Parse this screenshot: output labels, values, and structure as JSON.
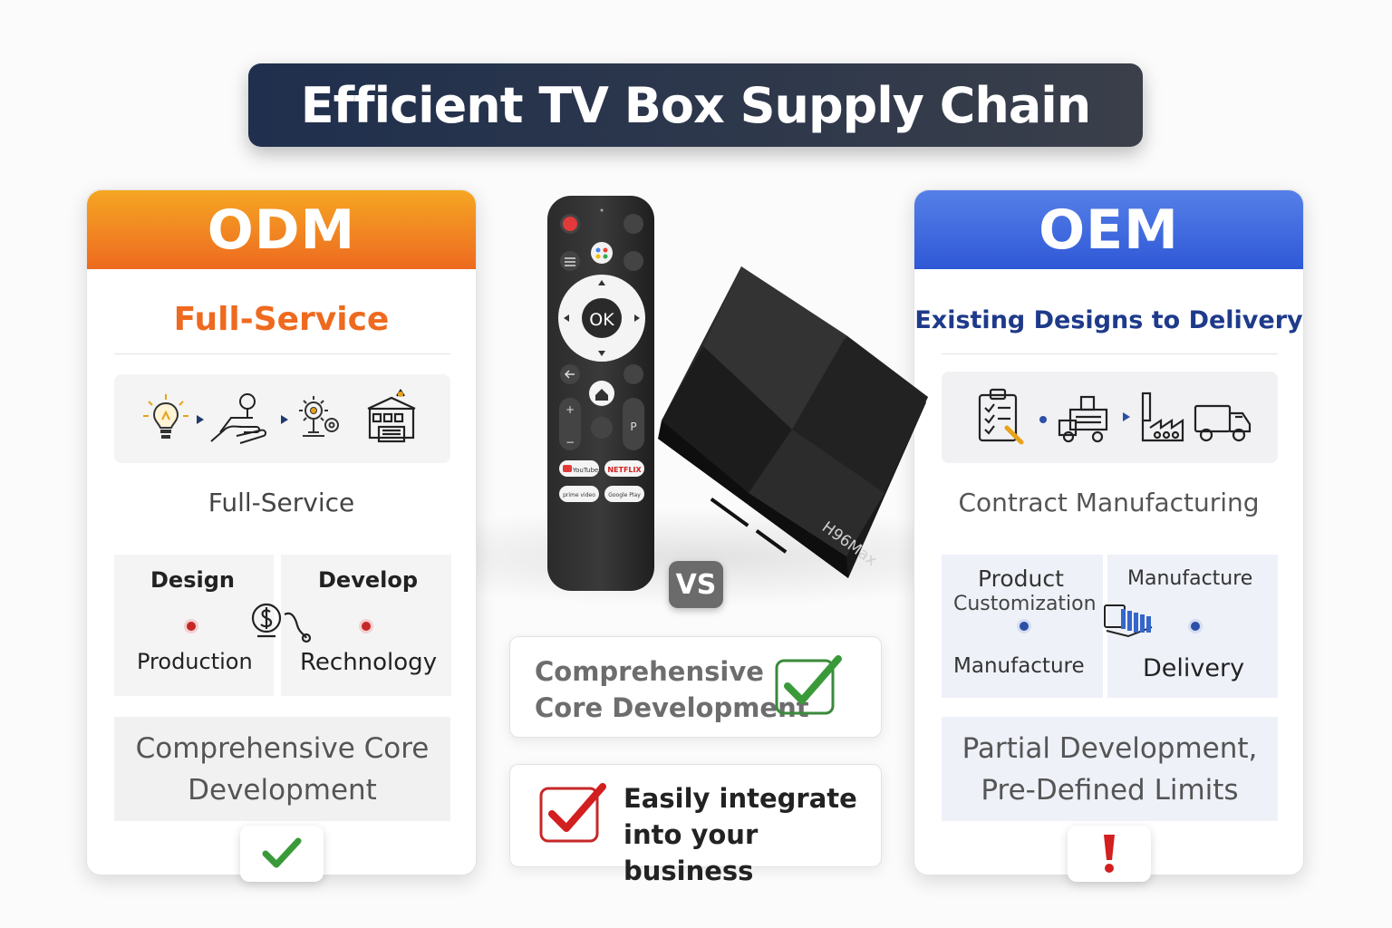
{
  "title": "Efficient TV Box Supply Chain",
  "odm": {
    "header": "ODM",
    "subtitle": "Full-Service",
    "strip_label": "Full-Service",
    "grid": {
      "top_left": "Design",
      "top_right": "Develop",
      "bottom_left": "Production",
      "bottom_right": "Rechnology"
    },
    "bottom_line1": "Comprehensive Core",
    "bottom_line2": "Development",
    "badge_icon": "checkmark-icon",
    "accent": "#ee6a1e"
  },
  "oem": {
    "header": "OEM",
    "subtitle": "Existing Designs to Delivery",
    "strip_label": "Contract Manufacturing",
    "grid": {
      "top_left_line1": "Product",
      "top_left_line2": "Customization",
      "top_right": "Manufacture",
      "bottom_left": "Manufacture",
      "bottom_right": "Delivery"
    },
    "bottom_line1": "Partial Development,",
    "bottom_line2": "Pre-Defined Limits",
    "badge_icon": "exclamation-icon",
    "accent": "#2f58d6"
  },
  "middle": {
    "vs": "VS",
    "card1_line1": "Comprehensive",
    "card1_line2": "Core Development",
    "card2_line1": "Easily integrate",
    "card2_line2": "into your business",
    "remote_ok": "OK",
    "remote_youtube": "YouTube",
    "remote_netflix": "NETFLIX",
    "remote_prime": "prime video",
    "remote_gplay": "Google Play",
    "remote_p": "P",
    "box_brand": "H96Max"
  }
}
